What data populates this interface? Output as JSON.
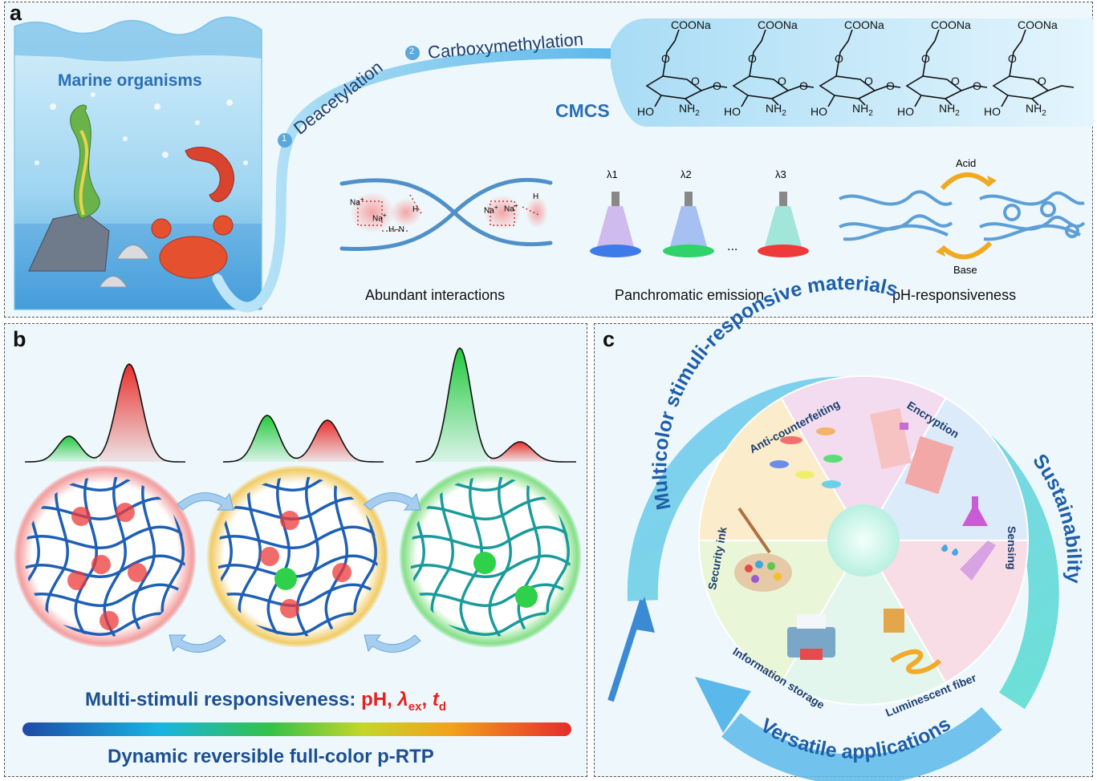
{
  "panel_a": {
    "label": "a",
    "marine_label": "Marine organisms",
    "step1_num": "1",
    "step1_label": "Deacetylation",
    "step2_num": "2",
    "step2_label": "Carboxymethylation",
    "cmcs_label": "CMCS",
    "chem": {
      "coona": "COONa",
      "ho": "HO",
      "nh2": "NH",
      "sub2": "2",
      "o": "O"
    },
    "interactions": {
      "caption": "Abundant interactions",
      "na": "Na",
      "plus": "+",
      "h": "H",
      "hn": "H–N",
      "o": "O"
    },
    "emission": {
      "caption": "Panchromatic emission",
      "lambda1": "λ1",
      "lambda2": "λ2",
      "lambda3": "λ3",
      "ellipsis": "...",
      "colors": [
        "#3f7be8",
        "#2fd36a",
        "#ef3a3a"
      ]
    },
    "ph": {
      "caption": "pH-responsiveness",
      "acid": "Acid",
      "base": "Base"
    }
  },
  "panel_b": {
    "label": "b",
    "stimuli_prefix": "Multi-stimuli responsiveness: ",
    "stimuli_ph": "pH",
    "stimuli_lambda": "λ",
    "stimuli_lambda_sub": "ex",
    "stimuli_t": "t",
    "stimuli_t_sub": "d",
    "bottom_title": "Dynamic reversible full-color p-RTP",
    "colors": {
      "red": "#e53a3a",
      "green": "#33c24a",
      "blue_text": "#1d4f91"
    }
  },
  "panel_c": {
    "label": "c",
    "arc_top": "Multicolor stimuli-responsive materials",
    "arc_right": "Sustainability",
    "arc_bottom": "Versatile applications",
    "sectors": {
      "anti": "Anti-counterfeiting",
      "encryption": "Encryption",
      "sensing": "Sensing",
      "fiber": "Luminescent fiber",
      "storage": "Information storage",
      "ink": "Security ink"
    }
  }
}
